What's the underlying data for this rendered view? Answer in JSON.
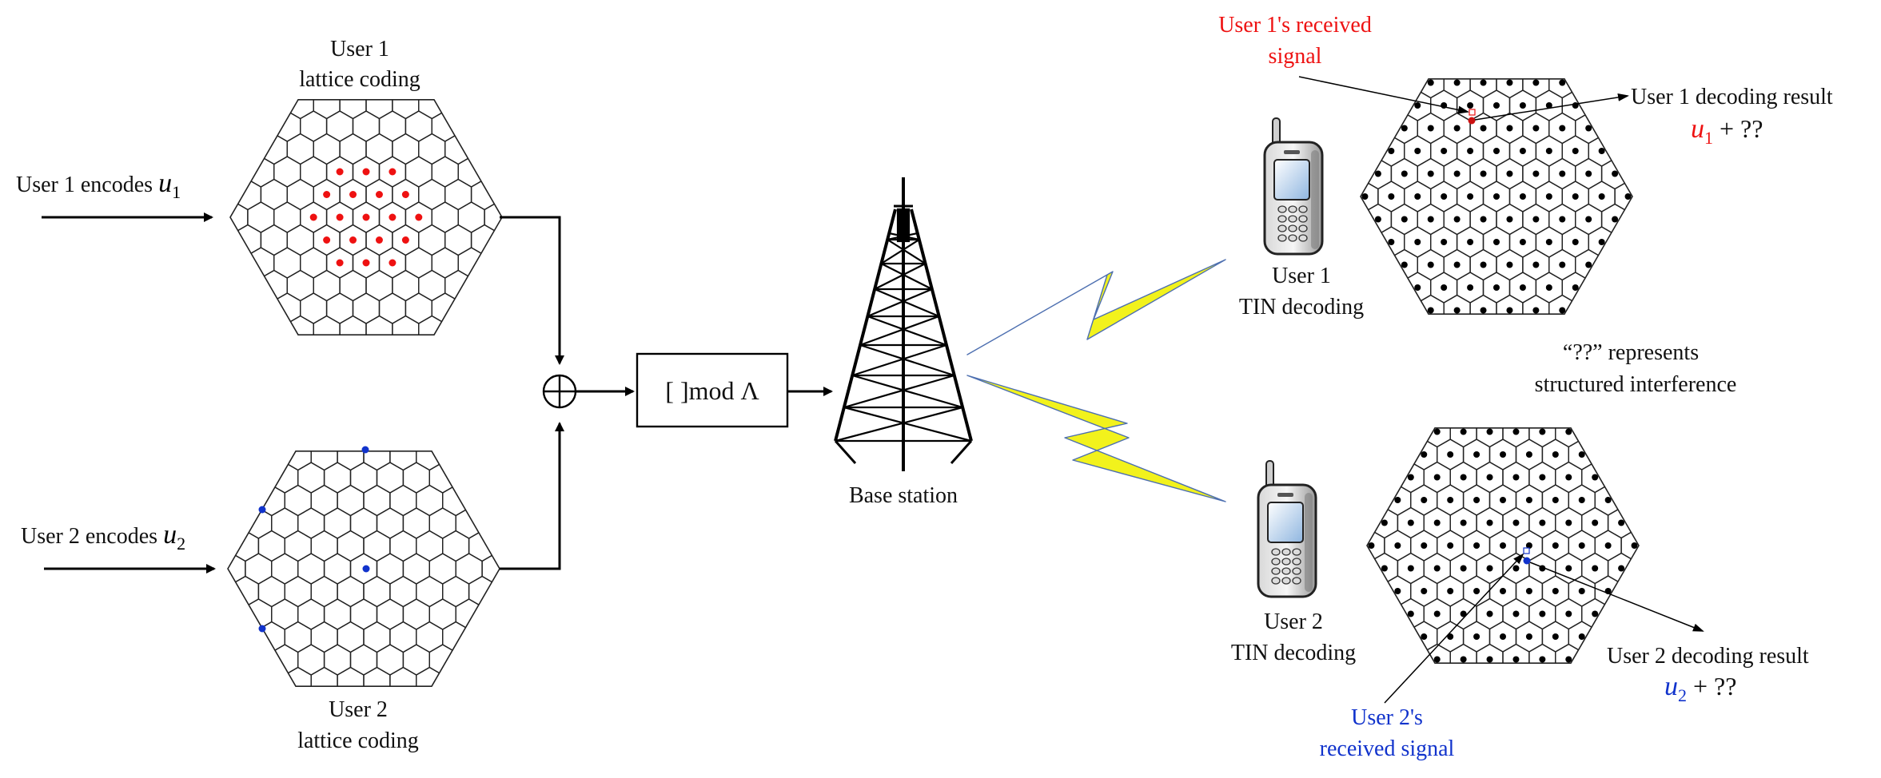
{
  "colors": {
    "user1": "#ee1111",
    "user2": "#1133cc",
    "lightning": "#f0f020",
    "black": "#000000"
  },
  "encoder1": {
    "title_line1": "User 1",
    "title_line2": "lattice coding",
    "input_label": "User 1 encodes ",
    "symbol": "u",
    "subscript": "1"
  },
  "encoder2": {
    "title_line1": "User 2",
    "title_line2": "lattice coding",
    "input_label": "User 2 encodes ",
    "symbol": "u",
    "subscript": "2"
  },
  "modulo_block": {
    "label": "[ ]mod Λ"
  },
  "base_station": {
    "label": "Base station",
    "icon": "cell-tower-icon"
  },
  "receiver1": {
    "user_line1": "User 1",
    "user_line2": "TIN decoding",
    "icon": "mobile-phone-icon",
    "received_line1": "User 1's received",
    "received_line2": "signal",
    "result_label": "User 1 decoding result",
    "result_symbol": "u",
    "result_subscript": "1",
    "result_suffix": " + ??"
  },
  "receiver2": {
    "user_line1": "User 2",
    "user_line2": "TIN decoding",
    "icon": "mobile-phone-icon",
    "received_line1": "User 2's",
    "received_line2": "received signal",
    "result_label": "User 2 decoding result",
    "result_symbol": "u",
    "result_subscript": "2",
    "result_suffix": " + ??"
  },
  "note": {
    "line1": "“??”  represents",
    "line2": "structured interference"
  }
}
